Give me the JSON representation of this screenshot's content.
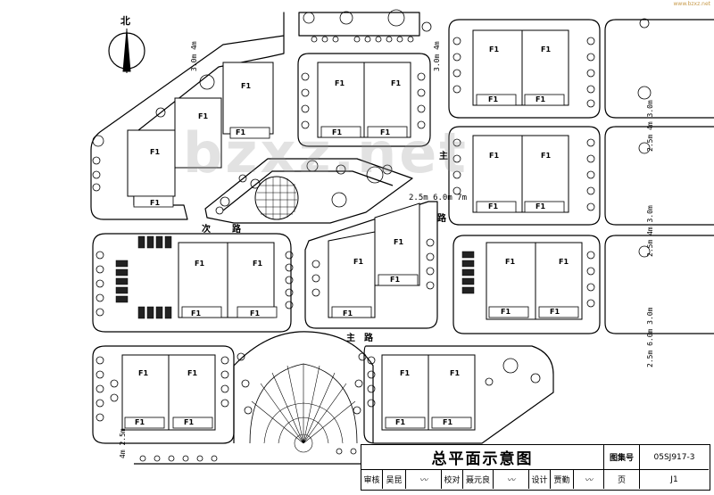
{
  "plan": {
    "building_label": "F1",
    "north_label": "北",
    "roads": {
      "secondary": [
        "次",
        "路"
      ],
      "main_bottom": [
        "主",
        "路"
      ],
      "main_right": [
        "主",
        "路"
      ]
    },
    "dimensions": {
      "top_left": "3.0m 4m",
      "top_center": "3.0m 4m",
      "middle": "2.5m 6.0m 7m",
      "bottom_left": "4m 2.5m",
      "right_1": "2.5m 4m 3.0m",
      "right_2": "2.5m 4m 3.0m",
      "right_3": "2.5m 6.0m 3.0m"
    }
  },
  "watermark": "bzxz.net",
  "corner_note": "www.bzxz.net",
  "titleblock": {
    "title": "总平面示意图",
    "atlas_label": "图集号",
    "atlas_no": "05SJ917-3",
    "review_label": "审核",
    "reviewer": "吴昆",
    "check_label": "校对",
    "checker": "聂元良",
    "design_label": "设计",
    "designer": "贾勤",
    "page_label": "页",
    "page_no": "J1"
  }
}
